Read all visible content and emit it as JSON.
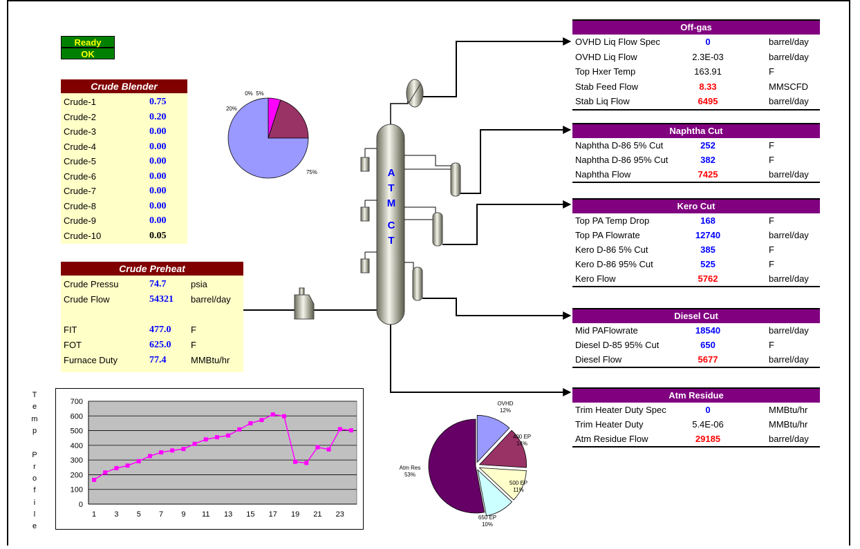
{
  "status": {
    "line1": "Ready",
    "line2": "OK"
  },
  "crude_blender": {
    "title": "Crude Blender",
    "rows": [
      {
        "name": "Crude-1",
        "value": "0.75"
      },
      {
        "name": "Crude-2",
        "value": "0.20"
      },
      {
        "name": "Crude-3",
        "value": "0.00"
      },
      {
        "name": "Crude-4",
        "value": "0.00"
      },
      {
        "name": "Crude-5",
        "value": "0.00"
      },
      {
        "name": "Crude-6",
        "value": "0.00"
      },
      {
        "name": "Crude-7",
        "value": "0.00"
      },
      {
        "name": "Crude-8",
        "value": "0.00"
      },
      {
        "name": "Crude-9",
        "value": "0.00"
      },
      {
        "name": "Crude-10",
        "value": "0.05"
      }
    ]
  },
  "crude_preheat": {
    "title": "Crude Preheat",
    "rows": [
      {
        "name": "Crude Pressu",
        "value": "74.7",
        "unit": "psia"
      },
      {
        "name": "Crude Flow",
        "value": "54321",
        "unit": "barrel/day"
      },
      {
        "name": "FIT",
        "value": "477.0",
        "unit": "F"
      },
      {
        "name": "FOT",
        "value": "625.0",
        "unit": "F"
      },
      {
        "name": "Furnace Duty",
        "value": "77.4",
        "unit": "MMBtu/hr"
      }
    ]
  },
  "column_label": [
    "A",
    "T",
    "M",
    "C",
    "T"
  ],
  "offgas": {
    "title": "Off-gas",
    "rows": [
      {
        "label": "OVHD Liq Flow Spec",
        "value": "0",
        "unit": "barrel/day",
        "style": "vb"
      },
      {
        "label": "OVHD Liq Flow",
        "value": "2.3E-03",
        "unit": "barrel/day",
        "style": "vk"
      },
      {
        "label": "Top Hxer Temp",
        "value": "163.91",
        "unit": "F",
        "style": "vk"
      },
      {
        "label": "Stab Feed Flow",
        "value": "8.33",
        "unit": "MMSCFD",
        "style": "vr"
      },
      {
        "label": "Stab Liq Flow",
        "value": "6495",
        "unit": "barrel/day",
        "style": "vr"
      }
    ]
  },
  "naphtha": {
    "title": "Naphtha Cut",
    "rows": [
      {
        "label": "Naphtha D-86 5% Cut",
        "value": "252",
        "unit": "F",
        "style": "vb"
      },
      {
        "label": "Naphtha D-86 95% Cut",
        "value": "382",
        "unit": "F",
        "style": "vb"
      },
      {
        "label": "Naphtha Flow",
        "value": "7425",
        "unit": "barrel/day",
        "style": "vr"
      }
    ]
  },
  "kero": {
    "title": "Kero Cut",
    "rows": [
      {
        "label": "Top PA Temp Drop",
        "value": "168",
        "unit": "F",
        "style": "vb"
      },
      {
        "label": "Top PA Flowrate",
        "value": "12740",
        "unit": "barrel/day",
        "style": "vb"
      },
      {
        "label": "Kero D-86 5% Cut",
        "value": "385",
        "unit": "F",
        "style": "vb"
      },
      {
        "label": "Kero D-86 95% Cut",
        "value": "525",
        "unit": "F",
        "style": "vb"
      },
      {
        "label": "Kero Flow",
        "value": "5762",
        "unit": "barrel/day",
        "style": "vr"
      }
    ]
  },
  "diesel": {
    "title": "Diesel Cut",
    "rows": [
      {
        "label": "Mid PAFlowrate",
        "value": "18540",
        "unit": "barrel/day",
        "style": "vb"
      },
      {
        "label": "Diesel D-85 95% Cut",
        "value": "650",
        "unit": "F",
        "style": "vb"
      },
      {
        "label": "Diesel Flow",
        "value": "5677",
        "unit": "barrel/day",
        "style": "vr"
      }
    ]
  },
  "residue": {
    "title": "Atm Residue",
    "rows": [
      {
        "label": "Trim Heater Duty Spec",
        "value": "0",
        "unit": "MMBtu/hr",
        "style": "vb"
      },
      {
        "label": "Trim Heater Duty",
        "value": "5.4E-06",
        "unit": "MMBtu/hr",
        "style": "vk"
      },
      {
        "label": "Atm Residue Flow",
        "value": "29185",
        "unit": "barrel/day",
        "style": "vr"
      }
    ]
  },
  "temp_profile_label": [
    "T",
    "e",
    "m",
    "p",
    "",
    "P",
    "r",
    "o",
    "f",
    "i",
    "l",
    "e"
  ],
  "chart_data": [
    {
      "type": "pie",
      "labels": [
        "0%",
        "5%",
        "20%",
        "75%"
      ],
      "values": [
        0,
        5,
        20,
        75
      ],
      "colors": [
        "#ffffc0",
        "#ff00ff",
        "#993366",
        "#9999ff"
      ]
    },
    {
      "type": "line",
      "x": [
        1,
        2,
        3,
        4,
        5,
        6,
        7,
        8,
        9,
        10,
        11,
        12,
        13,
        14,
        15,
        16,
        17,
        18,
        19,
        20,
        21,
        22,
        23,
        24
      ],
      "series": [
        {
          "values": [
            165,
            215,
            245,
            262,
            292,
            327,
            352,
            365,
            375,
            410,
            440,
            455,
            467,
            508,
            550,
            572,
            610,
            598,
            288,
            280,
            387,
            372,
            510,
            502
          ]
        }
      ],
      "xticks": [
        "1",
        "3",
        "5",
        "7",
        "9",
        "11",
        "13",
        "15",
        "17",
        "19",
        "21",
        "23"
      ],
      "yticks": [
        "0",
        "100",
        "200",
        "300",
        "400",
        "500",
        "600",
        "700"
      ],
      "ylim": [
        0,
        700
      ],
      "grid": true,
      "color": "#ff00ff",
      "background": "#c0c0c0"
    },
    {
      "type": "pie",
      "labels": [
        "OVHD\n12%",
        "400 EP\n14%",
        "500 EP\n11%",
        "650 EP\n10%",
        "Atm Res\n53%"
      ],
      "values": [
        12,
        14,
        11,
        10,
        53
      ],
      "colors": [
        "#9999ff",
        "#993366",
        "#ffffcc",
        "#ccffff",
        "#660066"
      ]
    }
  ]
}
